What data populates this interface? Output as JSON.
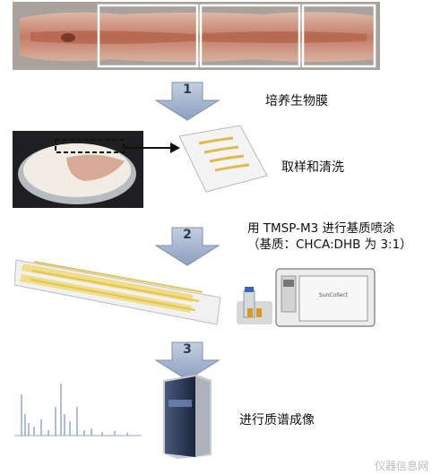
{
  "steps": [
    {
      "number": "1",
      "label": "培养生物膜"
    },
    {
      "number": "",
      "label": "取样和清洗"
    },
    {
      "number": "2",
      "label_line1": "用 TMSP-M3 进行基质喷涂",
      "label_line2": "（基质：CHCA:DHB 为 3:1）"
    },
    {
      "number": "3",
      "label": "进行质谱成像"
    }
  ],
  "watermark": "仪器信息网",
  "colors": {
    "arrow": "#9fb0cc",
    "biofilm": "#c98c76",
    "yellow_stripe": "#e8c64a"
  }
}
